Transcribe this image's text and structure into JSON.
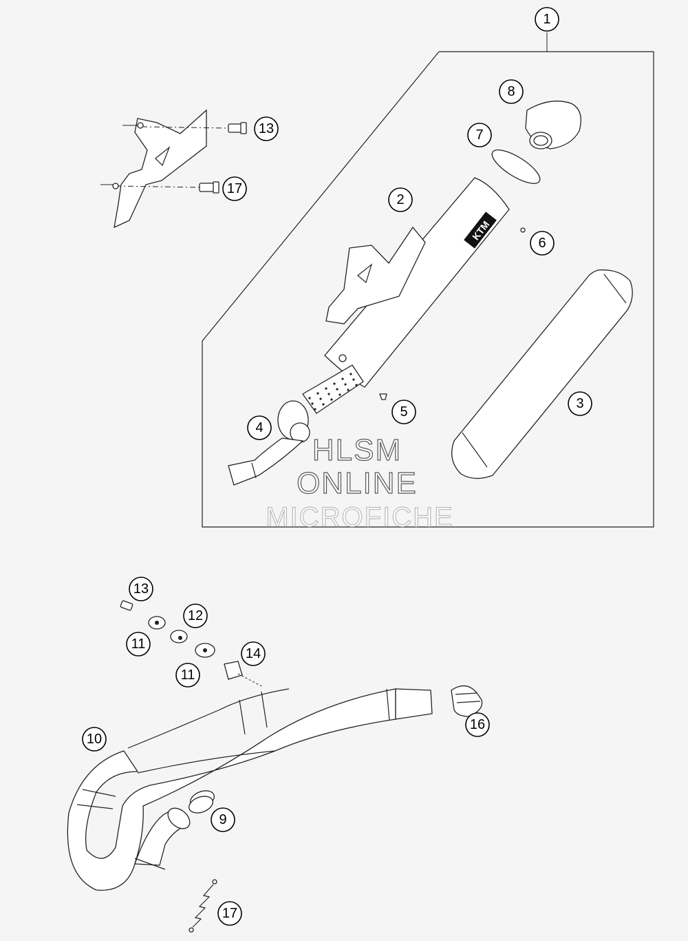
{
  "callouts": {
    "c1": "1",
    "c2": "2",
    "c3": "3",
    "c4": "4",
    "c5": "5",
    "c6": "6",
    "c7": "7",
    "c8": "8",
    "c9": "9",
    "c10": "10",
    "c11a": "11",
    "c11b": "11",
    "c12": "12",
    "c13a": "13",
    "c13b": "13",
    "c14": "14",
    "c16": "16",
    "c17a": "17",
    "c17b": "17"
  },
  "brand_mark": "KTM",
  "watermark": {
    "line1": "HLSM",
    "line2": "ONLINE",
    "line3": "MICROFICHE"
  }
}
